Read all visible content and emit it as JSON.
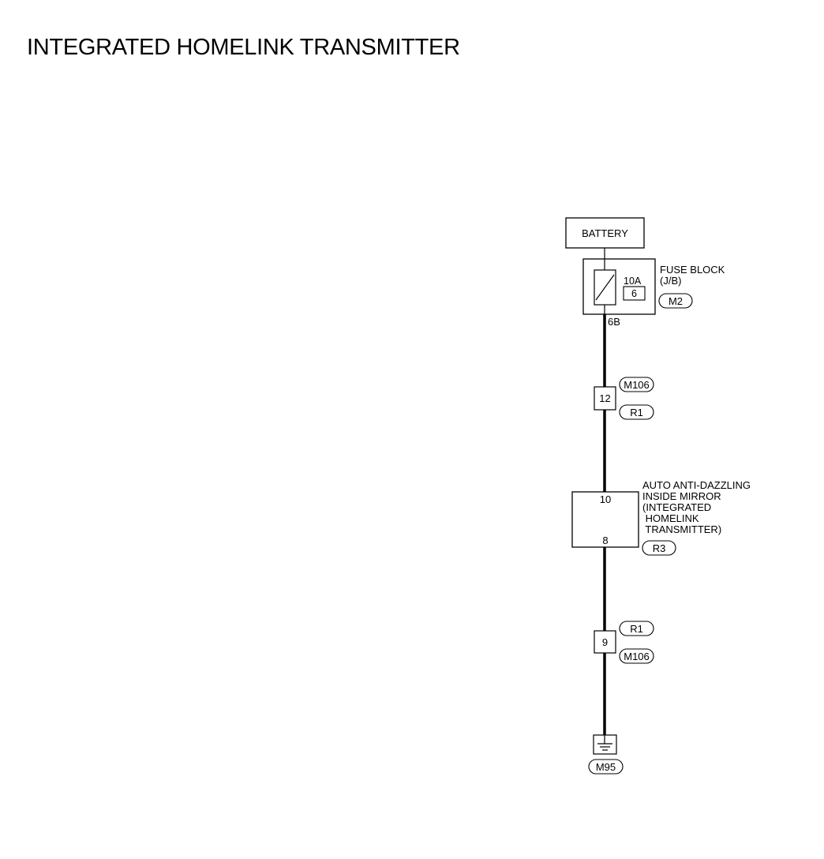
{
  "title": "INTEGRATED HOMELINK TRANSMITTER",
  "battery": {
    "label": "BATTERY"
  },
  "fuse_block": {
    "label": "FUSE BLOCK",
    "sub_label": "(J/B)",
    "rating": "10A",
    "fuse_number": "6",
    "connector": "M2",
    "output_terminal": "6B"
  },
  "joint_connector_top": {
    "terminal": "12",
    "connector_upper": "M106",
    "connector_lower": "R1"
  },
  "mirror": {
    "label_lines": [
      "AUTO ANTI-DAZZLING",
      "INSIDE MIRROR",
      "(INTEGRATED",
      " HOMELINK",
      " TRANSMITTER)"
    ],
    "terminal_in": "10",
    "terminal_out": "8",
    "connector": "R3"
  },
  "joint_connector_bottom": {
    "terminal": "9",
    "connector_upper": "R1",
    "connector_lower": "M106"
  },
  "ground": {
    "connector": "M95"
  }
}
